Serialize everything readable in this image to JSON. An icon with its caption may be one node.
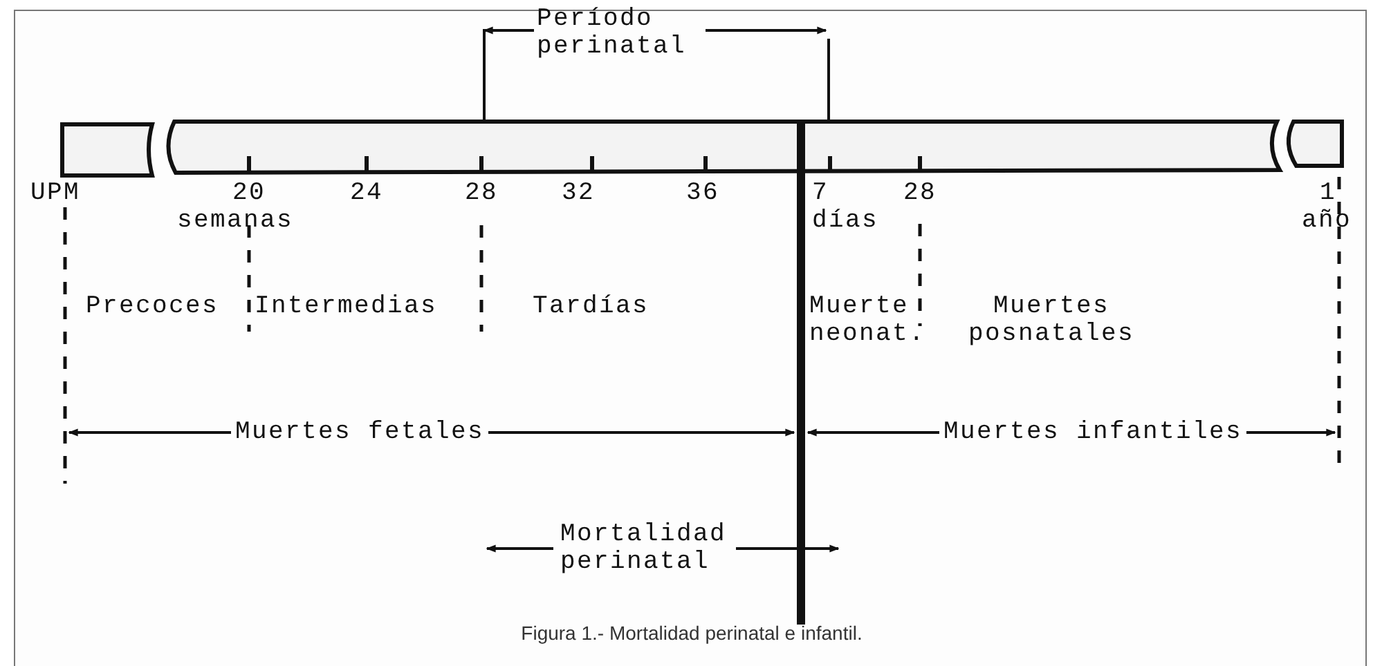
{
  "diagram": {
    "caption": "Figura 1.- Mortalidad perinatal e infantil.",
    "labels": [
      "Período perinatal",
      "UPM",
      "20",
      "24",
      "28",
      "32",
      "36",
      "7",
      "28",
      "1",
      "semanas",
      "días",
      "año",
      "Precoces",
      "Intermedias",
      "Tardías",
      "Muerte neonat.",
      "Muertes posnatales",
      "Muertes fetales",
      "Muertes infantiles",
      "Mortalidad perinatal"
    ]
  }
}
